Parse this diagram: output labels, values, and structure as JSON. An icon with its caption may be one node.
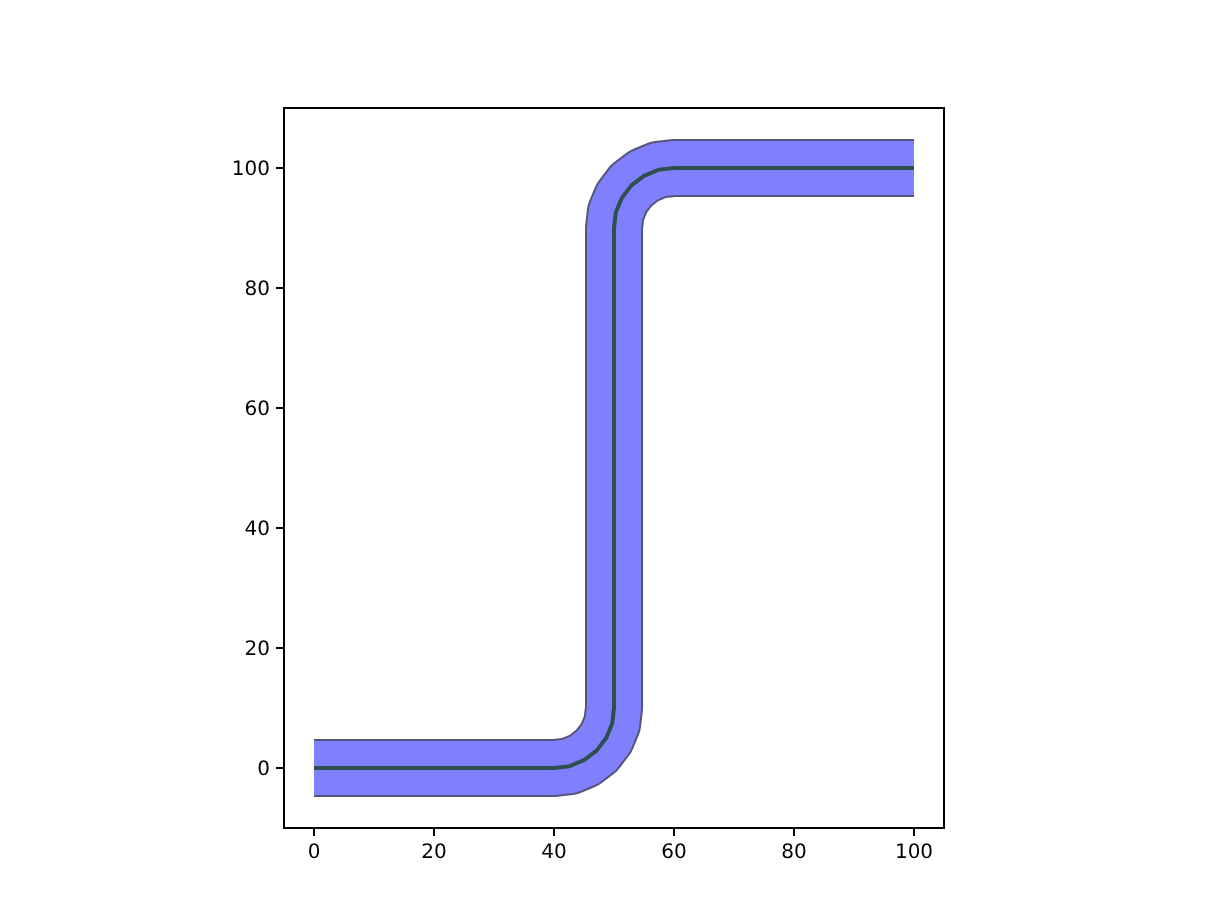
{
  "diagram": {
    "chart_data": {
      "type": "line",
      "x": [
        0,
        40,
        42.6,
        45,
        47.1,
        48.7,
        49.7,
        50,
        50,
        50.3,
        51.3,
        52.9,
        55,
        57.4,
        60,
        100
      ],
      "series": [
        {
          "color": "#2f4f4f",
          "values": [
            0,
            0,
            0.3,
            1.3,
            2.9,
            5,
            7.4,
            10,
            90,
            92.6,
            95,
            97.1,
            98.7,
            99.7,
            100,
            100
          ]
        }
      ],
      "xlim": [
        -5,
        105
      ],
      "ylim": [
        -10,
        110
      ],
      "xticks": [
        0,
        20,
        40,
        60,
        80,
        100
      ],
      "yticks": [
        0,
        20,
        40,
        60,
        80,
        100
      ]
    }
  }
}
